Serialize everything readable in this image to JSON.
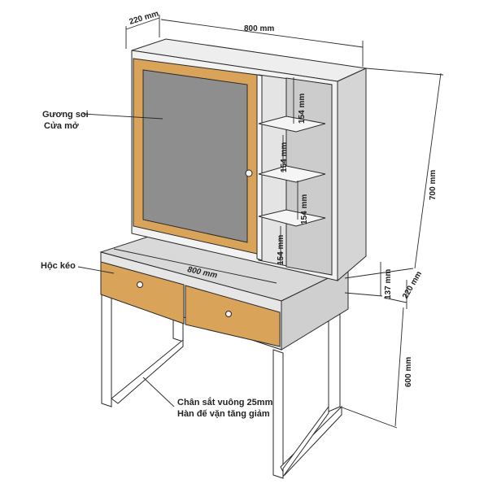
{
  "dimensions": {
    "top_depth": "220 mm",
    "top_width": "800 mm",
    "total_height": "700 mm",
    "shelf_1": "154 mm",
    "shelf_2": "154 mm",
    "shelf_3": "154 mm",
    "shelf_4": "154 mm",
    "desk_width": "800 mm",
    "step_height": "137 mm",
    "step_depth": "220 mm",
    "leg_height": "600 mm"
  },
  "callouts": {
    "mirror_line1": "Gương soi",
    "mirror_line2": "Cửa mở",
    "drawer": "Hộc kéo",
    "legs_line1": "Chân sắt vuông 25mm",
    "legs_line2": "Hàn đế vặn tăng giảm"
  },
  "colors": {
    "cabinet_light": "#f2f2f2",
    "cabinet_front": "#dedede",
    "cabinet_side": "#cfcfcf",
    "desk_top": "#d9d9d9",
    "wood": "#d9a45a",
    "mirror": "#8e8e8e",
    "frame": "#ffffff",
    "outline": "#2a2a2a"
  }
}
